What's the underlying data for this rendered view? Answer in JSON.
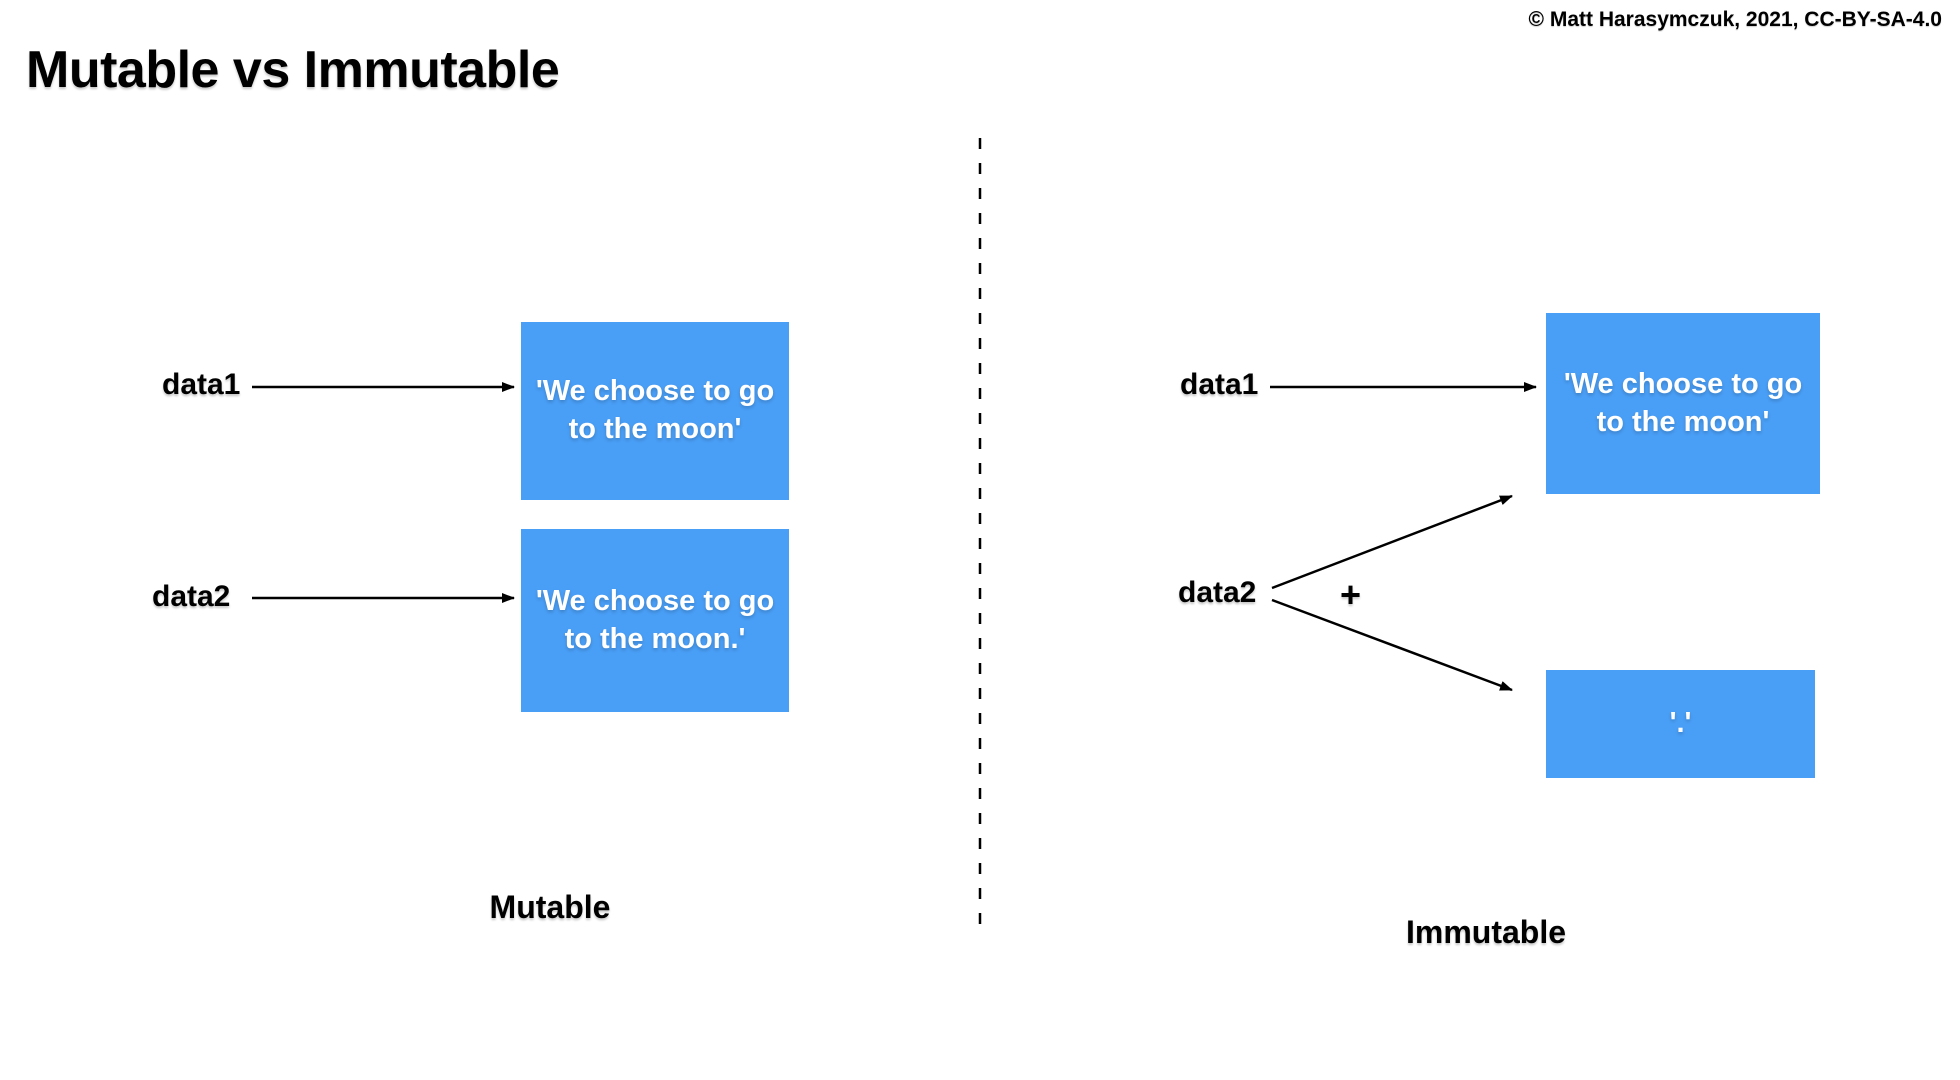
{
  "header": {
    "title": "Mutable vs Immutable",
    "copyright": "© Matt Harasymczuk, 2021, CC-BY-SA-4.0"
  },
  "colors": {
    "box_fill": "#499EF5",
    "box_text": "#FFFFFF",
    "ink": "#000000"
  },
  "left_panel": {
    "caption": "Mutable",
    "data1_label": "data1",
    "data2_label": "data2",
    "box1": {
      "text": "'We choose to go to the moon'",
      "lines": [
        "'We choose to go",
        "to the moon'"
      ]
    },
    "box2": {
      "text": "'We choose to go to the moon.'",
      "lines": [
        "'We choose to go",
        "to the moon.'"
      ]
    }
  },
  "right_panel": {
    "caption": "Immutable",
    "data1_label": "data1",
    "data2_label": "data2",
    "plus_label": "+",
    "box1": {
      "text": "'We choose to go to the moon'",
      "lines": [
        "'We choose to go",
        "to the moon'"
      ]
    },
    "box2": {
      "text": "'.'"
    }
  }
}
